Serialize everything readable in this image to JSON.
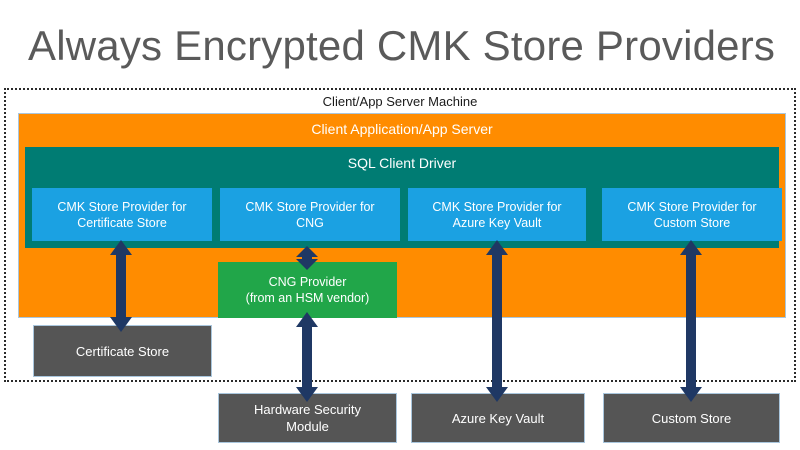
{
  "page": {
    "title": "Always Encrypted CMK Store Providers"
  },
  "diagram": {
    "machine": {
      "label": "Client/App Server Machine",
      "border_style": "dotted",
      "border_color": "#2b2b2b"
    },
    "client_application": {
      "label": "Client Application/App Server",
      "color": "#FF8C00",
      "text_color": "#ffffff"
    },
    "sql_client_driver": {
      "label": "SQL Client Driver",
      "color": "#007C73",
      "text_color": "#ffffff"
    },
    "cmk_store_providers": [
      {
        "line1": "CMK Store Provider for",
        "line2": "Certificate Store",
        "color": "#1BA1E2"
      },
      {
        "line1": "CMK Store Provider for",
        "line2": "CNG",
        "color": "#1BA1E2"
      },
      {
        "line1": "CMK Store Provider for",
        "line2": "Azure Key Vault",
        "color": "#1BA1E2"
      },
      {
        "line1": "CMK Store Provider for",
        "line2": "Custom Store",
        "color": "#1BA1E2"
      }
    ],
    "cng_provider": {
      "line1": "CNG Provider",
      "line2": "(from an HSM vendor)",
      "color": "#21A649",
      "text_color": "#ffffff"
    },
    "stores": [
      {
        "name": "certificate-store",
        "line1": "Certificate Store",
        "line2": "",
        "color": "#555555"
      },
      {
        "name": "hardware-security-module",
        "line1": "Hardware Security",
        "line2": "Module",
        "color": "#555555"
      },
      {
        "name": "azure-key-vault",
        "line1": "Azure Key Vault",
        "line2": "",
        "color": "#555555"
      },
      {
        "name": "custom-store",
        "line1": "Custom Store",
        "line2": "",
        "color": "#555555"
      }
    ],
    "connectors": {
      "color": "#1F3864",
      "style": "double-headed-arrow",
      "links": [
        {
          "from": "CMK Store Provider for Certificate Store",
          "to": "Certificate Store"
        },
        {
          "from": "CMK Store Provider for CNG",
          "to": "CNG Provider"
        },
        {
          "from": "CNG Provider",
          "to": "Hardware Security Module"
        },
        {
          "from": "CMK Store Provider for Azure Key Vault",
          "to": "Azure Key Vault"
        },
        {
          "from": "CMK Store Provider for Custom Store",
          "to": "Custom Store"
        }
      ]
    }
  }
}
